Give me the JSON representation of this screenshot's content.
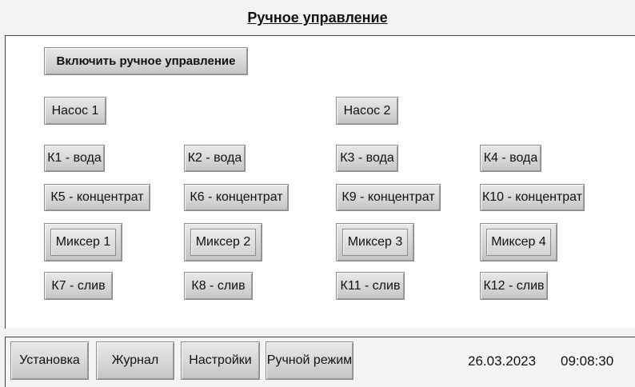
{
  "header": {
    "title": "Ручное управление"
  },
  "main": {
    "manual_enable": "Включить ручное управление",
    "pumps": [
      "Насос 1",
      "Насос 2"
    ],
    "valves_water": [
      "К1 - вода",
      "К2 - вода",
      "К3 - вода",
      "К4 - вода"
    ],
    "valves_concentrate": [
      "К5 - концентрат",
      "К6 - концентрат",
      "К9 - концентрат",
      "К10 - концентрат"
    ],
    "mixers": [
      "Миксер 1",
      "Миксер 2",
      "Миксер 3",
      "Миксер 4"
    ],
    "valves_drain": [
      "К7 - слив",
      "К8 - слив",
      "К11 - слив",
      "К12 - слив"
    ]
  },
  "footer": {
    "nav": [
      "Установка",
      "Журнал",
      "Настройки",
      "Ручной режим"
    ],
    "date": "26.03.2023",
    "time": "09:08:30"
  }
}
